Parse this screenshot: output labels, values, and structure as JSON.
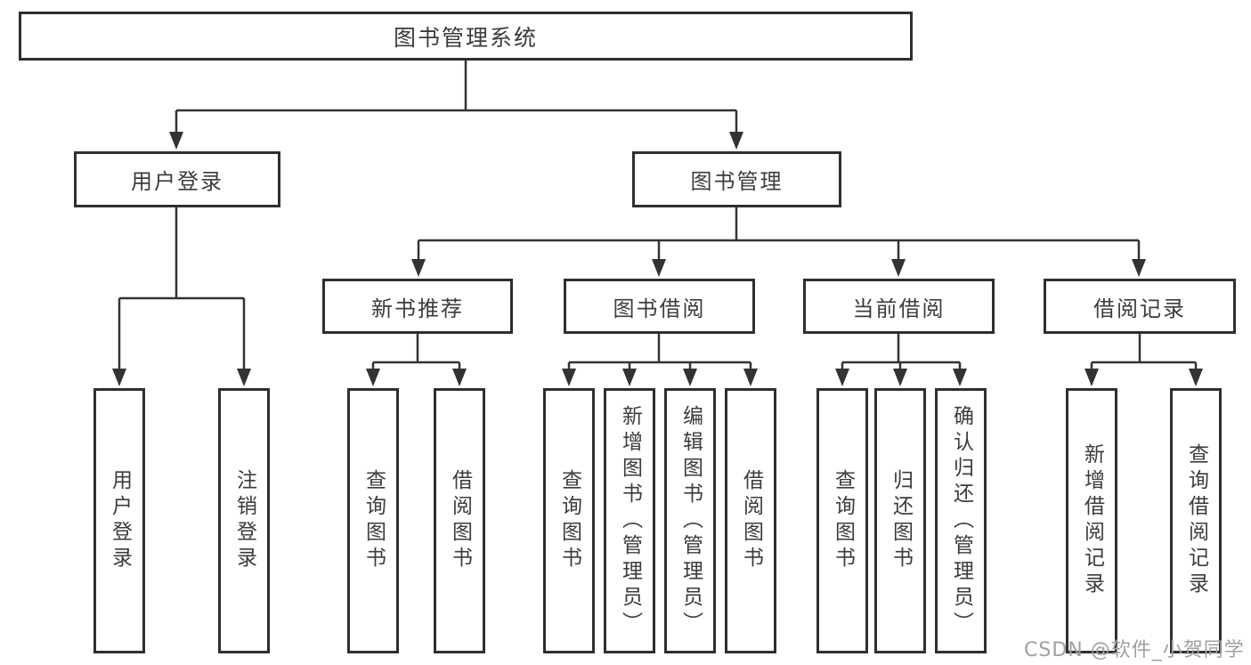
{
  "diagram": {
    "root": {
      "label": "图书管理系统"
    },
    "level2": [
      {
        "label": "用户登录"
      },
      {
        "label": "图书管理"
      }
    ],
    "level3": [
      {
        "label": "新书推荐"
      },
      {
        "label": "图书借阅"
      },
      {
        "label": "当前借阅"
      },
      {
        "label": "借阅记录"
      }
    ],
    "leaves": {
      "user_login": [
        "用户登录",
        "注销登录"
      ],
      "new_books": [
        "查询图书",
        "借阅图书"
      ],
      "book_borrow": [
        "查询图书",
        "新增图书（管理员）",
        "编辑图书（管理员）",
        "借阅图书"
      ],
      "current_borrow": [
        "查询图书",
        "归还图书",
        "确认归还（管理员）"
      ],
      "borrow_records": [
        "新增借阅记录",
        "查询借阅记录"
      ]
    },
    "watermark": "CSDN @软件_小贺同学",
    "colors": {
      "line": "#333333",
      "border": "#2f2f2f",
      "text": "#3c3c3c",
      "watermark": "#a0a0a0"
    }
  }
}
